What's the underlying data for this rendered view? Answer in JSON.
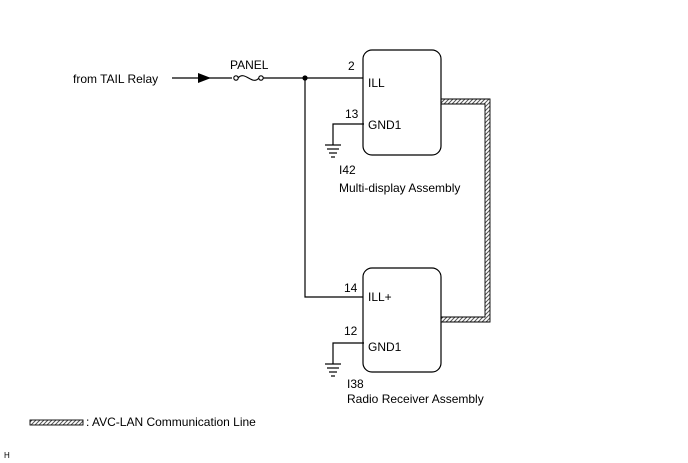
{
  "source": {
    "label": "from TAIL Relay"
  },
  "fuse": {
    "label": "PANEL"
  },
  "components": [
    {
      "code": "I42",
      "name": "Multi-display Assembly",
      "pins": [
        {
          "number": "2",
          "name": "ILL"
        },
        {
          "number": "13",
          "name": "GND1"
        }
      ]
    },
    {
      "code": "I38",
      "name": "Radio Receiver Assembly",
      "pins": [
        {
          "number": "14",
          "name": "ILL+"
        },
        {
          "number": "12",
          "name": "GND1"
        }
      ]
    }
  ],
  "legend": {
    "label": ": AVC-LAN Communication Line"
  },
  "corner_mark": "H"
}
